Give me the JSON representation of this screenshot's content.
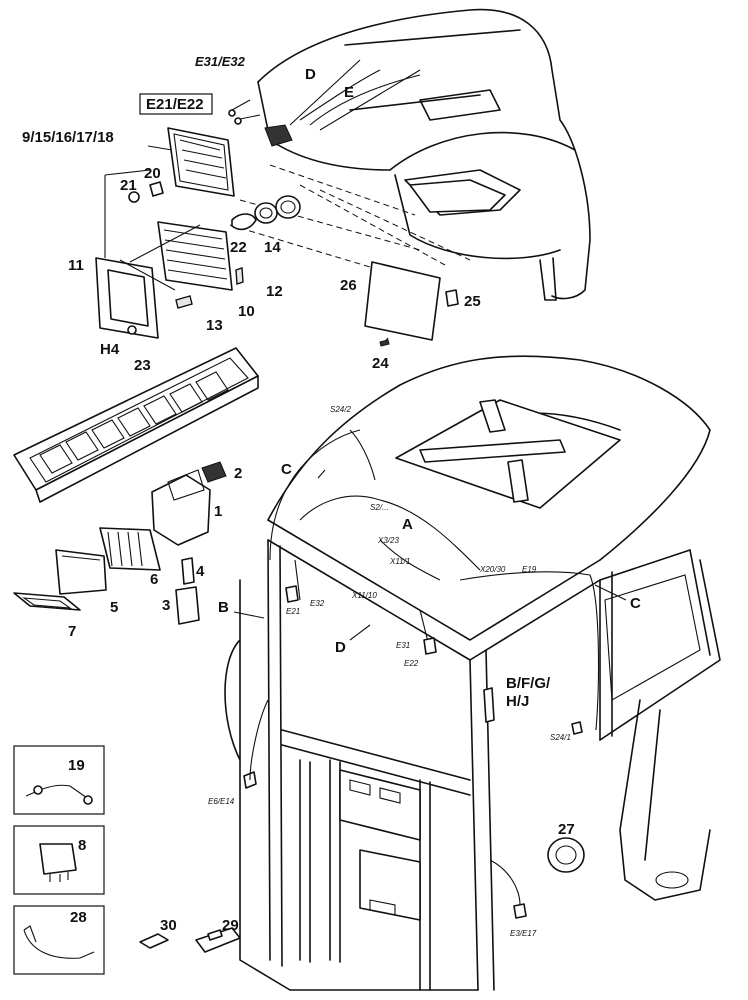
{
  "labels": {
    "e31_e32": "E31/E32",
    "e21_e22": "E21/E22",
    "part_9_15_16_17_18": "9/15/16/17/18",
    "d_top": "D",
    "e_top": "E",
    "p20": "20",
    "p21": "21",
    "p22": "22",
    "p14": "14",
    "p11": "11",
    "p12": "12",
    "p10": "10",
    "p13": "13",
    "h4": "H4",
    "p23": "23",
    "p26": "26",
    "p25": "25",
    "p24": "24",
    "p2": "2",
    "p1": "1",
    "p6": "6",
    "p4": "4",
    "p3": "3",
    "p5": "5",
    "p7": "7",
    "b_left": "B",
    "c_left": "C",
    "c_right": "C",
    "a": "A",
    "d_mid": "D",
    "bfghj_1": "B/F/G/",
    "bfghj_2": "H/J",
    "p19": "19",
    "p8": "8",
    "p27": "27",
    "p28": "28",
    "p30": "30",
    "p29": "29"
  },
  "small_labels": {
    "s24_2": "S24/2",
    "s2": "S2/...",
    "x3_23": "X3/23",
    "x11_1": "X11/1",
    "x20_30": "X20/30",
    "e19": "E19",
    "x11_10": "X11/10",
    "e21": "E21",
    "e32": "E32",
    "e31": "E31",
    "e22": "E22",
    "s24_1": "S24/1",
    "e6_e14": "E6/E14",
    "e3_e17": "E3/E17"
  }
}
